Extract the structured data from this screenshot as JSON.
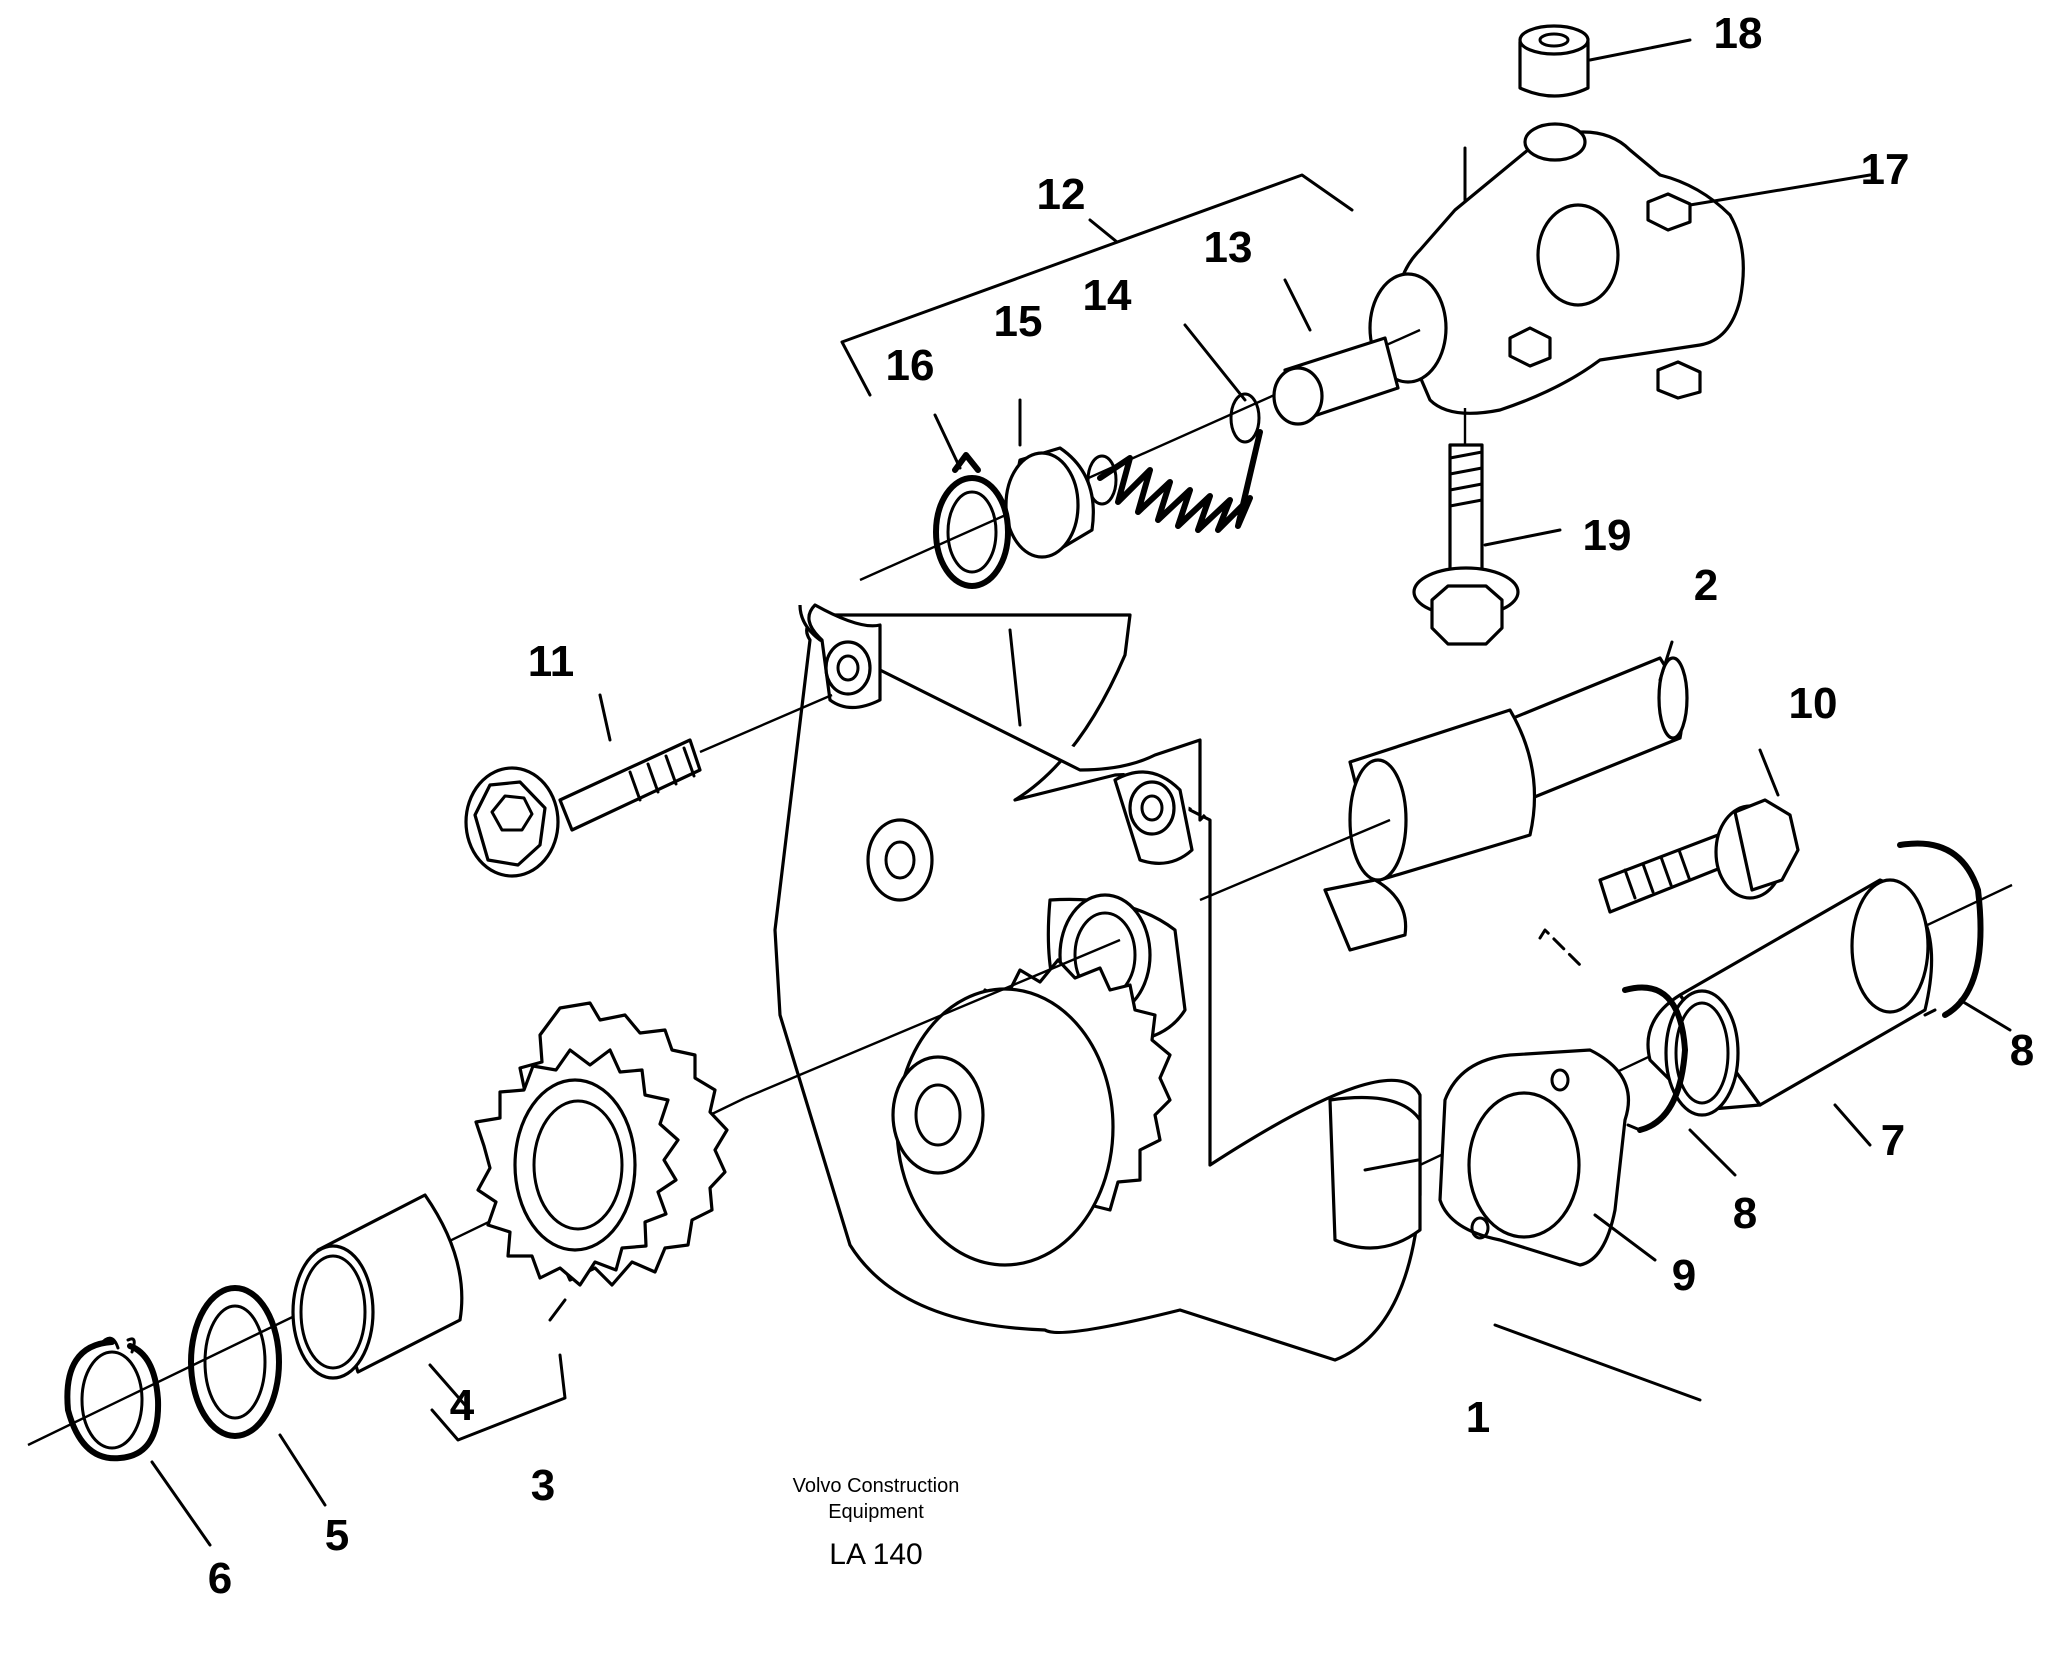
{
  "drawing": {
    "part_numbers": [
      "1",
      "2",
      "3",
      "4",
      "5",
      "6",
      "7",
      "8",
      "8",
      "9",
      "10",
      "11",
      "12",
      "13",
      "14",
      "15",
      "16",
      "17",
      "18",
      "19"
    ]
  },
  "footer": {
    "publisher_line1": "Volvo Construction",
    "publisher_line2": "Equipment",
    "code": "LA 140"
  }
}
